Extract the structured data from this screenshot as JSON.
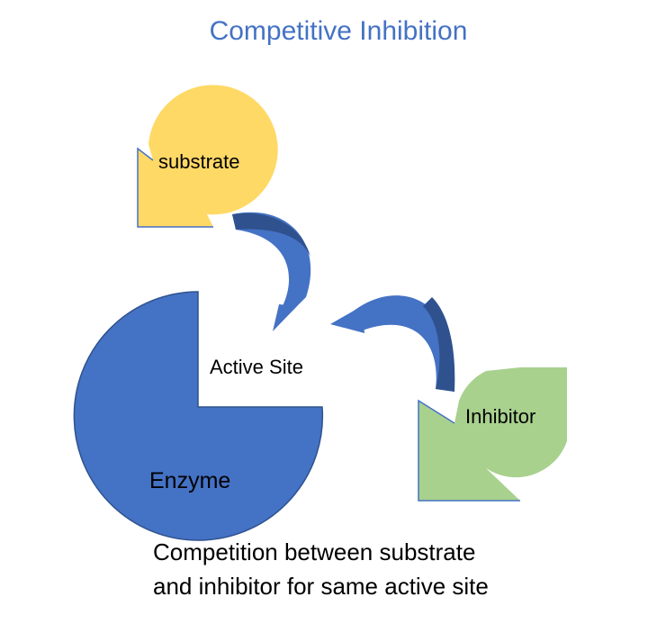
{
  "title": "Competitive Inhibition",
  "labels": {
    "substrate": "substrate",
    "active_site": "Active Site",
    "inhibitor": "Inhibitor",
    "enzyme": "Enzyme"
  },
  "caption": {
    "line1": "Competition between substrate",
    "line2": "and inhibitor for same active site"
  },
  "colors": {
    "title": "#4472c4",
    "enzyme_fill": "#4472c4",
    "enzyme_stroke": "#2f528f",
    "substrate_fill": "#ffd966",
    "substrate_stroke": "#4472c4",
    "inhibitor_fill": "#a9d18e",
    "arrow_fill": "#4472c4",
    "arrow_dark": "#2f528f"
  }
}
